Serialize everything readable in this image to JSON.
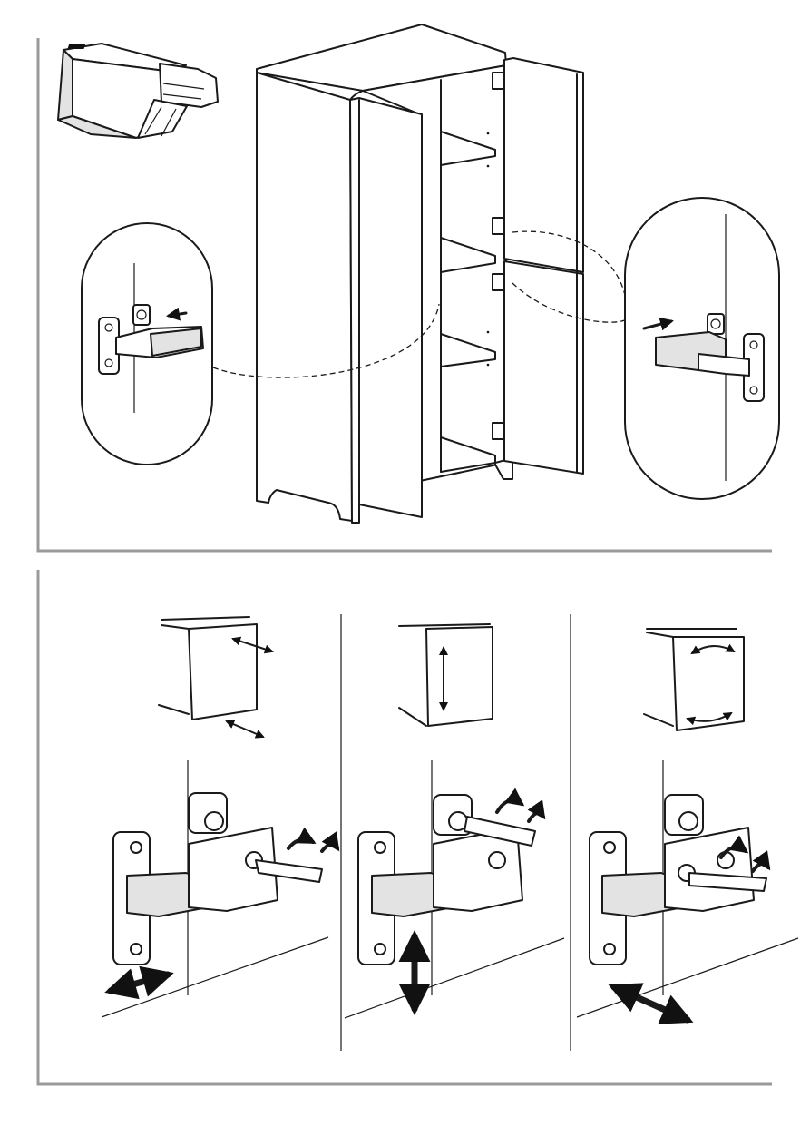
{
  "panels": [
    {
      "id": "door-hinge-mounting"
    },
    {
      "id": "hinge-adjustment"
    }
  ],
  "adjustments": [
    "side",
    "height",
    "depth"
  ]
}
